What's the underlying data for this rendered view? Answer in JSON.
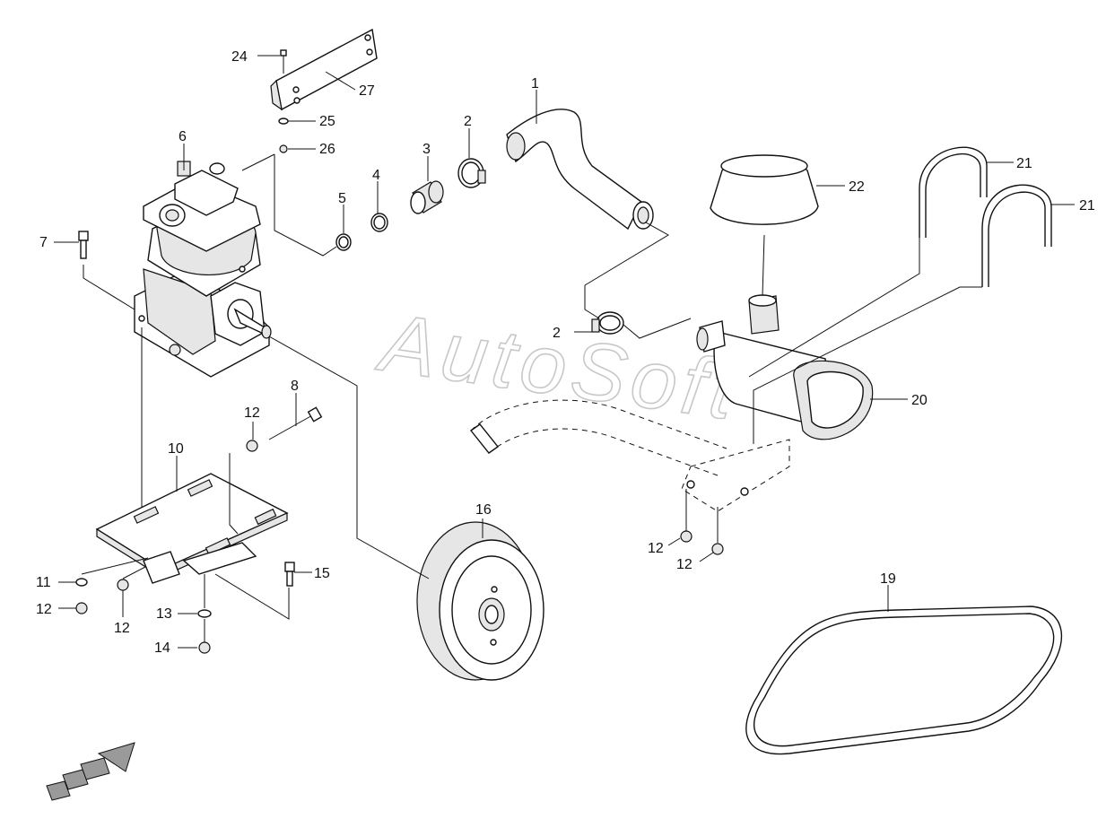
{
  "watermark": "AutoSoft",
  "callouts": {
    "c1": "1",
    "c2a": "2",
    "c2b": "2",
    "c3": "3",
    "c4": "4",
    "c5": "5",
    "c6": "6",
    "c7": "7",
    "c8": "8",
    "c10": "10",
    "c11": "11",
    "c12a": "12",
    "c12b": "12",
    "c12c": "12",
    "c12d": "12",
    "c12e": "12",
    "c13": "13",
    "c14": "14",
    "c15": "15",
    "c16": "16",
    "c19": "19",
    "c20": "20",
    "c21a": "21",
    "c21b": "21",
    "c22": "22",
    "c24": "24",
    "c25": "25",
    "c26": "26",
    "c27": "27"
  },
  "colors": {
    "line": "#111111",
    "watermark": "#c8c8c8",
    "shade": "#e6e6e6"
  }
}
